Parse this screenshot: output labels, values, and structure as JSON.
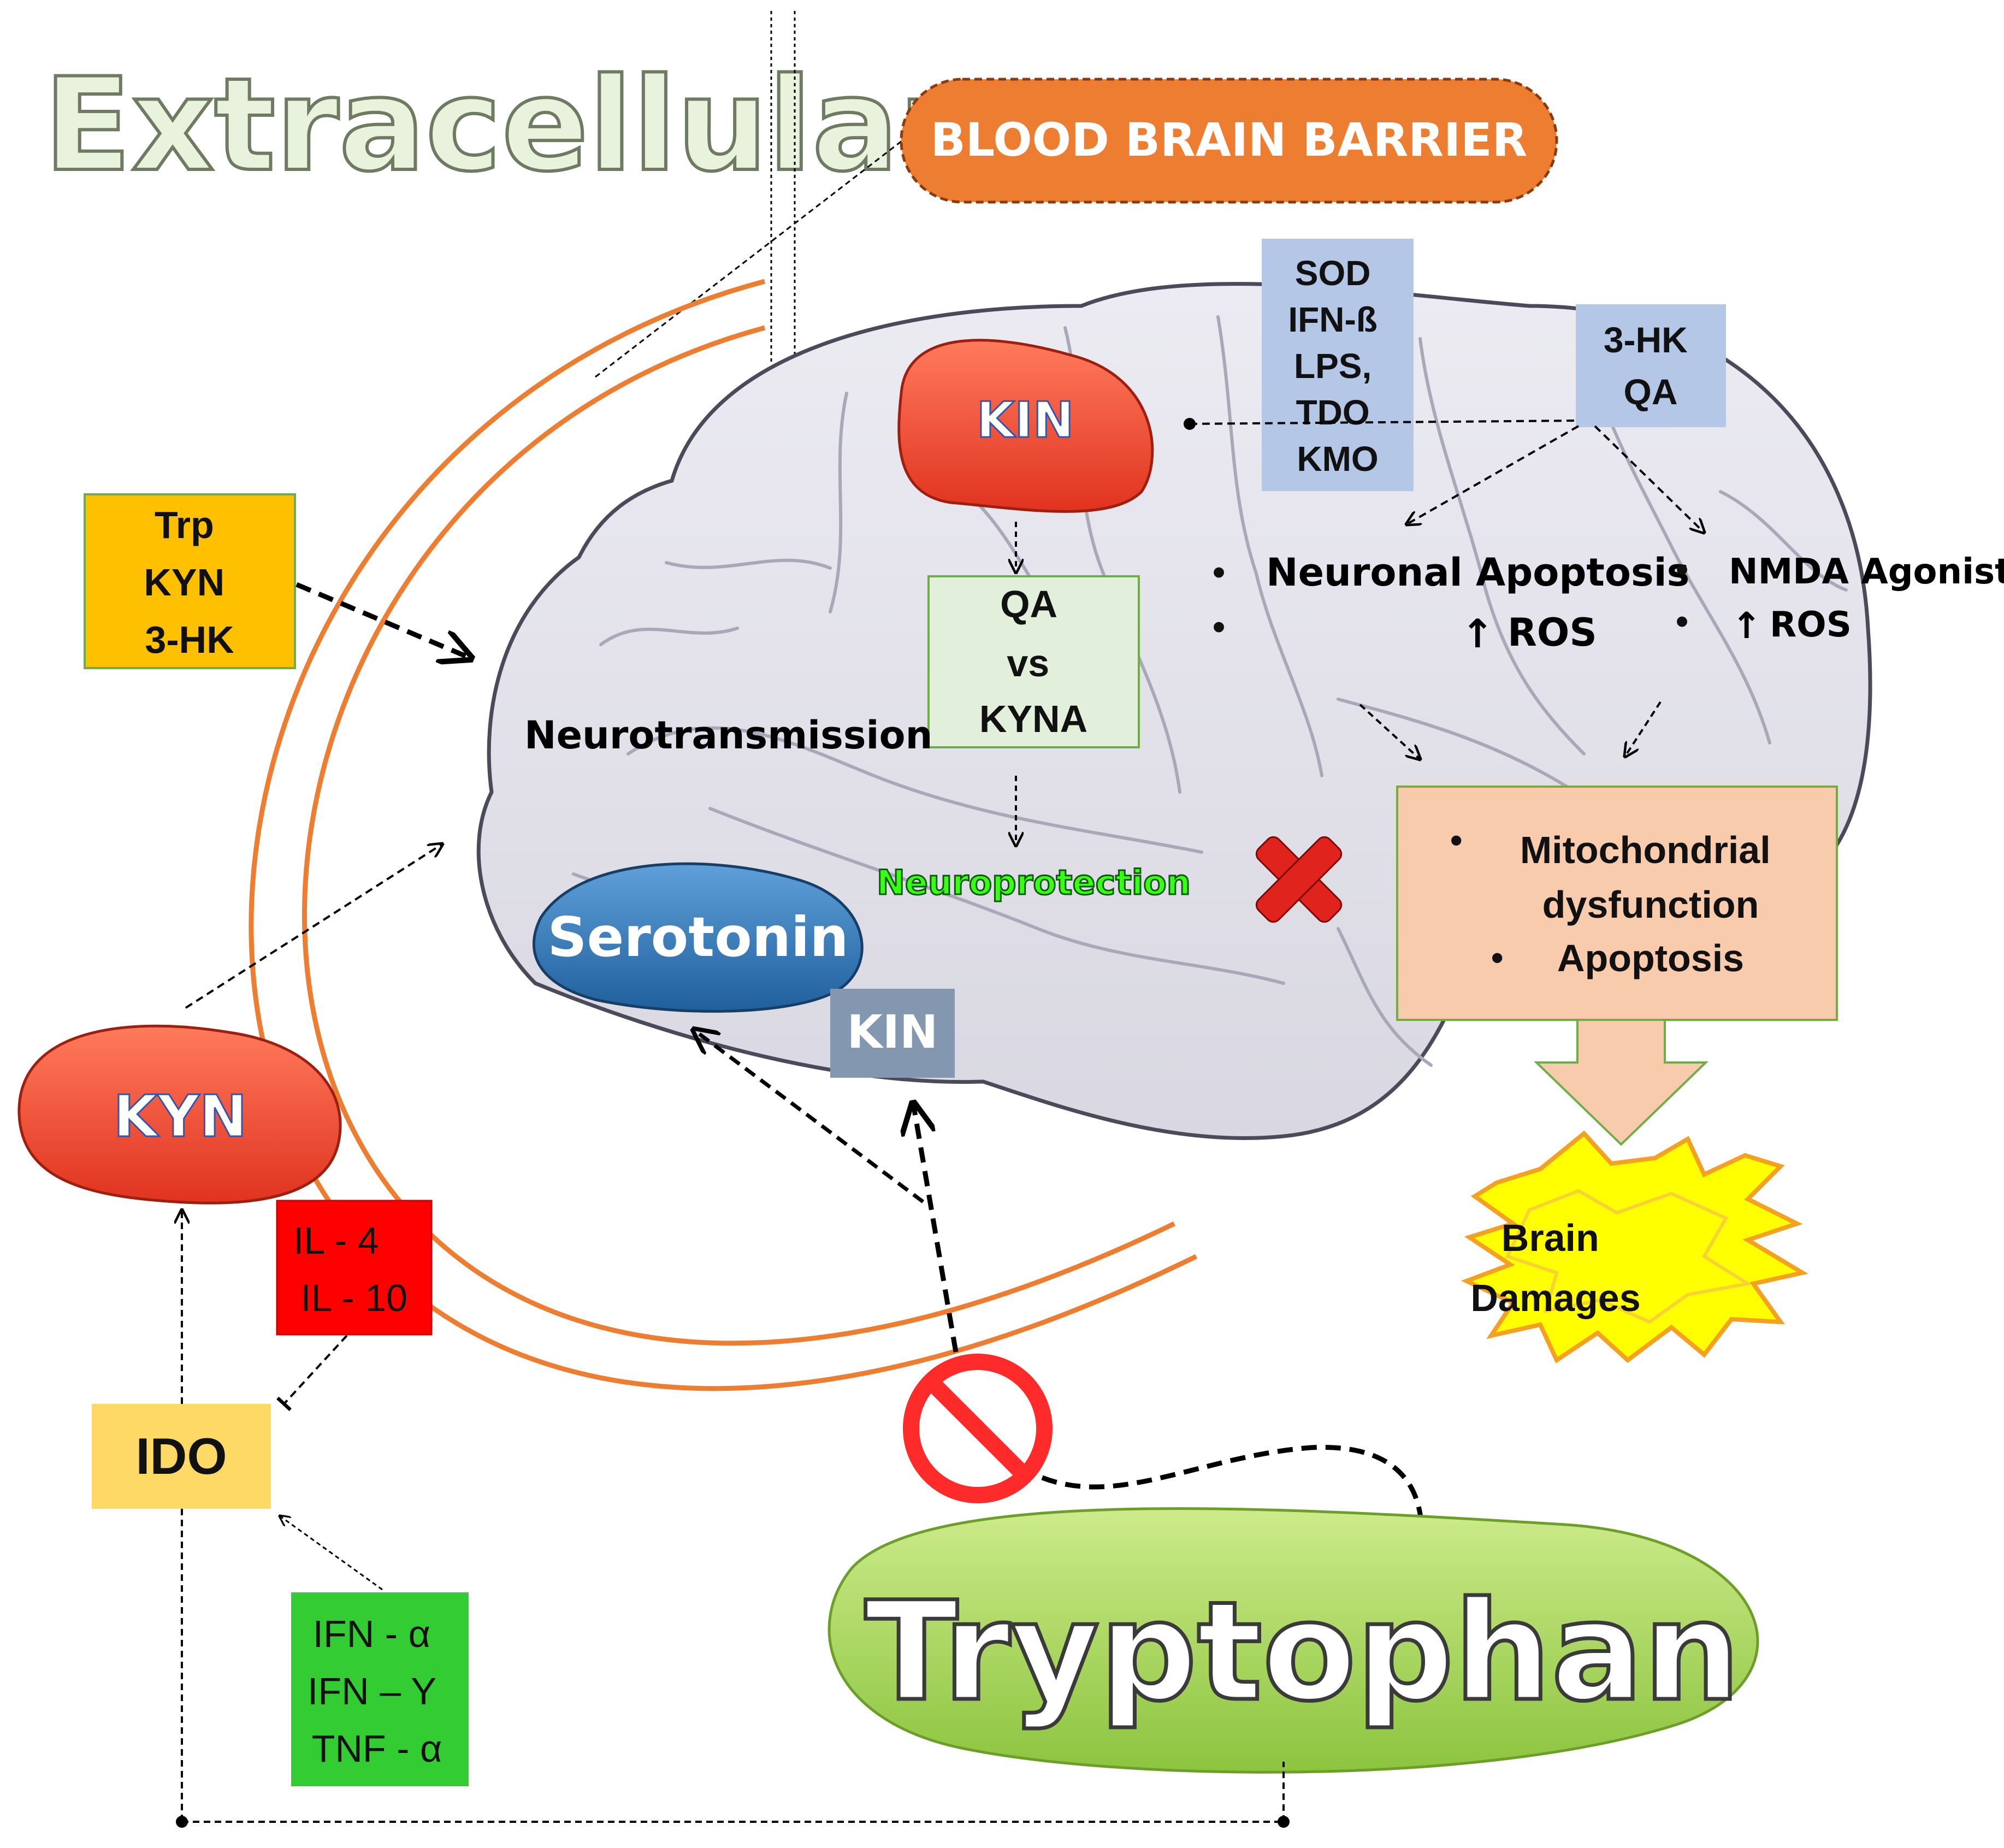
{
  "title": "Extracellular",
  "bbb_label": "BLOOD BRAIN BARRIER",
  "kin_brain": "KIN",
  "kin_small": "KIN",
  "kyn": "KYN",
  "serotonin": "Serotonin",
  "tryptophan": "Tryptophan",
  "ido": "IDO",
  "trp_box": [
    "Trp",
    "KYN",
    "3-HK"
  ],
  "qa_box": [
    "QA",
    "vs",
    "KYNA"
  ],
  "sod_box": [
    "SOD",
    "IFN-ß",
    "LPS,",
    "TDO",
    "KMO"
  ],
  "hk_box": [
    "3-HK",
    "QA"
  ],
  "il_box": [
    "IL - 4",
    "IL - 10"
  ],
  "ifn_box": [
    "IFN - α",
    "IFN – Y",
    "TNF - α"
  ],
  "neurotransmission": "Neurotransmission",
  "neuroprotection": "Neuroprotection",
  "neuronal_apoptosis": "Neuronal Apoptosis",
  "nmda_agonist": "NMDA Agonist",
  "ros_1": "ROS",
  "ros_2": "ROS",
  "bullet": "•",
  "up_arrow": "↑",
  "mito_box": [
    "Mitochondrial",
    "dysfunction",
    "Apoptosis"
  ],
  "brain_damages": [
    "Brain",
    "Damages"
  ],
  "colors": {
    "orange_barrier": "#ED7D31",
    "red_blob": "#F4533B",
    "blue_blob": "#2F74B5",
    "green_blob": "#A6D45A",
    "trp_box": "#FFC000",
    "qa_box": "#E2EFDA",
    "steel_box": "#B4C7E7",
    "il_box": "#FF0000",
    "ifn_box": "#33CC33",
    "ido_box": "#FFD966",
    "mito_box": "#F8CBAD",
    "burst": "#FFFF00",
    "neuroprotection_text": "#39FF14"
  }
}
